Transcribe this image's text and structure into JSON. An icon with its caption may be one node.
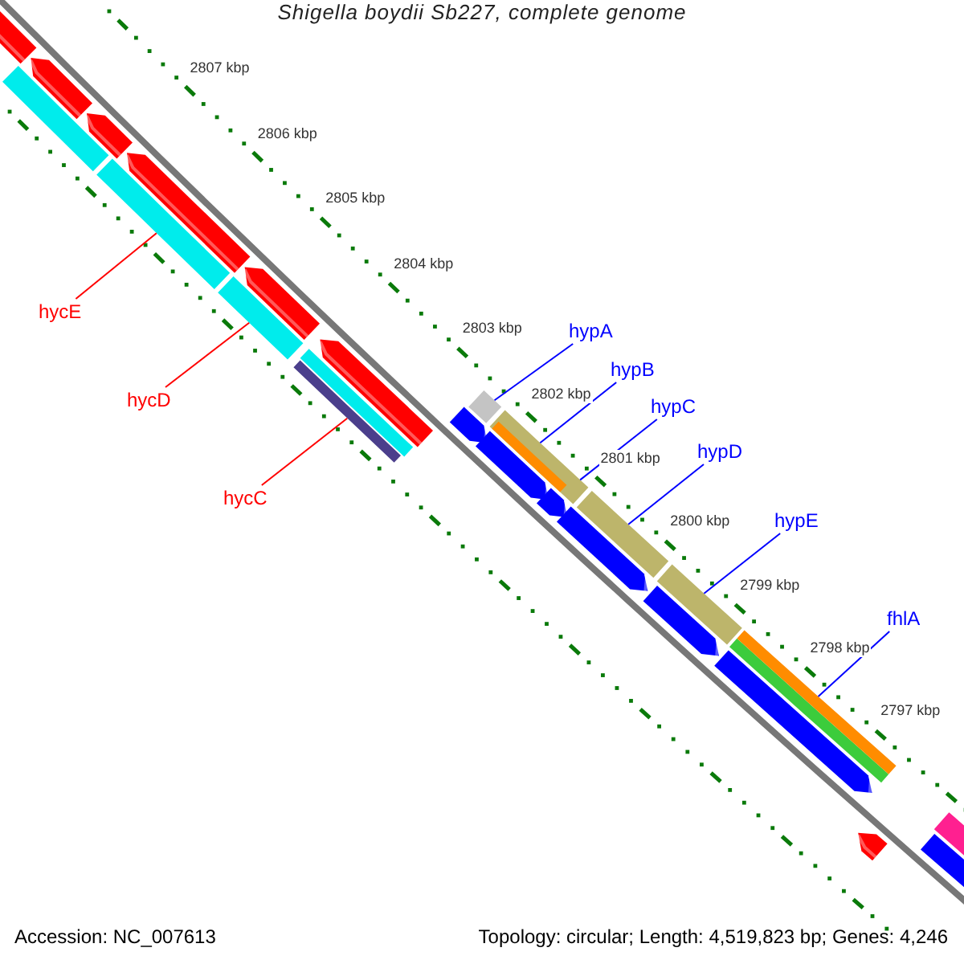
{
  "diagram": {
    "title": "Shigella boydii Sb227, complete genome",
    "nodes": [
      {
        "text": [
          "hycE"
        ]
      },
      {
        "text": [
          "hycD"
        ]
      },
      {
        "text": [
          "hycC"
        ]
      },
      {
        "text": [
          "hypA"
        ]
      },
      {
        "text": [
          "hypB"
        ]
      },
      {
        "text": [
          "hypC"
        ]
      },
      {
        "text": [
          "hypD"
        ]
      },
      {
        "text": [
          "hypE"
        ]
      },
      {
        "text": [
          "fhlA"
        ]
      },
      {
        "text": [],
        "shape": "bar"
      },
      {
        "text": [],
        "shape": "bar"
      },
      {
        "text": [],
        "shape": "bar"
      },
      {
        "text": [],
        "shape": "bar"
      },
      {
        "text": [],
        "shape": "bar"
      },
      {
        "text": [],
        "shape": "bar"
      },
      {
        "text": [],
        "shape": "bar"
      },
      {
        "text": [],
        "shape": "bar"
      }
    ],
    "edges": [
      {
        "from": 0,
        "to": 9,
        "arrow": "none",
        "color": "#ff0000"
      },
      {
        "from": 1,
        "to": 10,
        "arrow": "none",
        "color": "#ff0000"
      },
      {
        "from": 2,
        "to": 11,
        "arrow": "none",
        "color": "#ff0000"
      },
      {
        "from": 3,
        "to": 12,
        "arrow": "none"
      },
      {
        "from": 4,
        "to": 13,
        "arrow": "none"
      },
      {
        "from": 5,
        "to": 13,
        "arrow": "none"
      },
      {
        "from": 6,
        "to": 14,
        "arrow": "none"
      },
      {
        "from": 7,
        "to": 15,
        "arrow": "none"
      },
      {
        "from": 8,
        "to": 16,
        "arrow": "none"
      }
    ],
    "labels": [
      "2807 kbp",
      "2806 kbp",
      "2805 kbp",
      "2804 kbp",
      "2803 kbp",
      "2802 kbp",
      "2801 kbp",
      "2800 kbp",
      "2799 kbp",
      "2798 kbp",
      "2797 kbp",
      "Accession: NC_007613",
      "Topology: circular; Length: 4,519,823 bp; Genes: 4,246"
    ]
  }
}
